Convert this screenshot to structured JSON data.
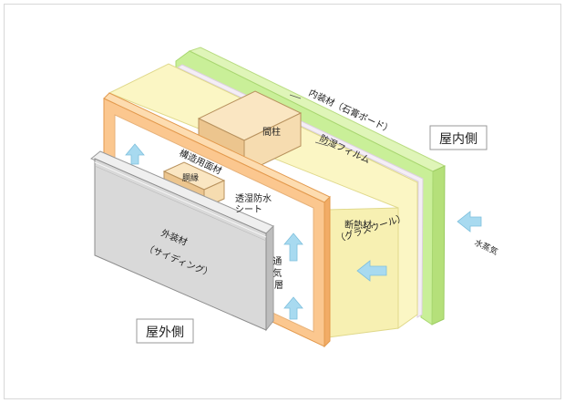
{
  "diagram": {
    "labels": {
      "indoor_side": "屋内側",
      "outdoor_side": "屋外側",
      "interior_board": "内装材（石膏ボード）",
      "vapor_film": "防湿フィルム",
      "stud": "間柱",
      "structural_panel": "構造用面材",
      "furring": "胴縁",
      "breathable_sheet_line1": "透湿防水",
      "breathable_sheet_line2": "シート",
      "insulation_line1": "断熱材",
      "insulation_line2": "（グラスウール）",
      "exterior_line1": "外装材",
      "exterior_line2": "（サイディング）",
      "air_layer": "通気層",
      "water_vapor": "水蒸気"
    },
    "colors": {
      "gypsum_board": "#c9ef98",
      "insulation": "#fbf6c4",
      "structural_panel": "#fbc78f",
      "wood": "#f6dcb0",
      "siding": "#d9d9d9",
      "arrow": "#a8daf0",
      "film": "#f4eef6"
    }
  }
}
